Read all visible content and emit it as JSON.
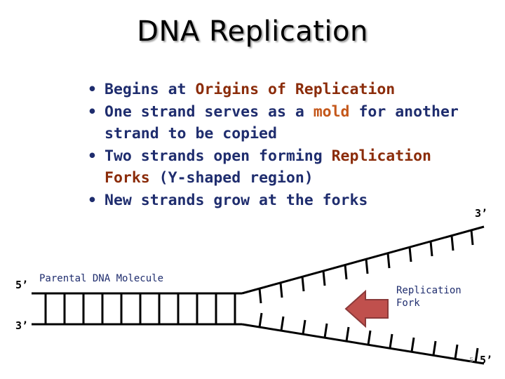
{
  "title": "DNA Replication",
  "bullets": [
    {
      "parts": [
        {
          "text": "Begins at ",
          "hl": ""
        },
        {
          "text": "Origins of Replication",
          "hl": "dark"
        }
      ]
    },
    {
      "parts": [
        {
          "text": "One strand serves as a ",
          "hl": ""
        },
        {
          "text": "mold",
          "hl": "orange"
        },
        {
          "text": " for another strand to be copied",
          "hl": ""
        }
      ]
    },
    {
      "parts": [
        {
          "text": "Two strands open forming ",
          "hl": ""
        },
        {
          "text": "Replication Forks",
          "hl": "dark"
        },
        {
          "text": " (Y-shaped region)",
          "hl": ""
        }
      ]
    },
    {
      "parts": [
        {
          "text": "New strands grow at the forks",
          "hl": ""
        }
      ]
    }
  ],
  "diagram": {
    "parental_label": "Parental DNA Molecule",
    "fork_label_line1": "Replication",
    "fork_label_line2": "Fork",
    "left_top_end": "5’",
    "left_bottom_end": "3’",
    "right_top_end": "3’",
    "right_bottom_end": "5’",
    "arrow_color": "#c0504d",
    "arrow_border": "#8b3a3a"
  },
  "slide_number": "5"
}
